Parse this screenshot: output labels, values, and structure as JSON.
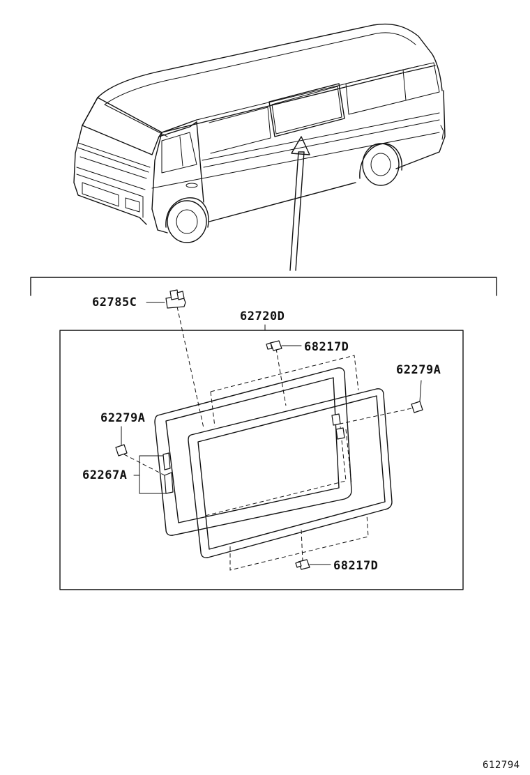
{
  "parts": {
    "p62785C": "62785C",
    "p62720D": "62720D",
    "p68217D_top": "68217D",
    "p62279A_right": "62279A",
    "p62279A_left": "62279A",
    "p62267A": "62267A",
    "p68217D_bottom": "68217D"
  },
  "illustration_code": "612794"
}
